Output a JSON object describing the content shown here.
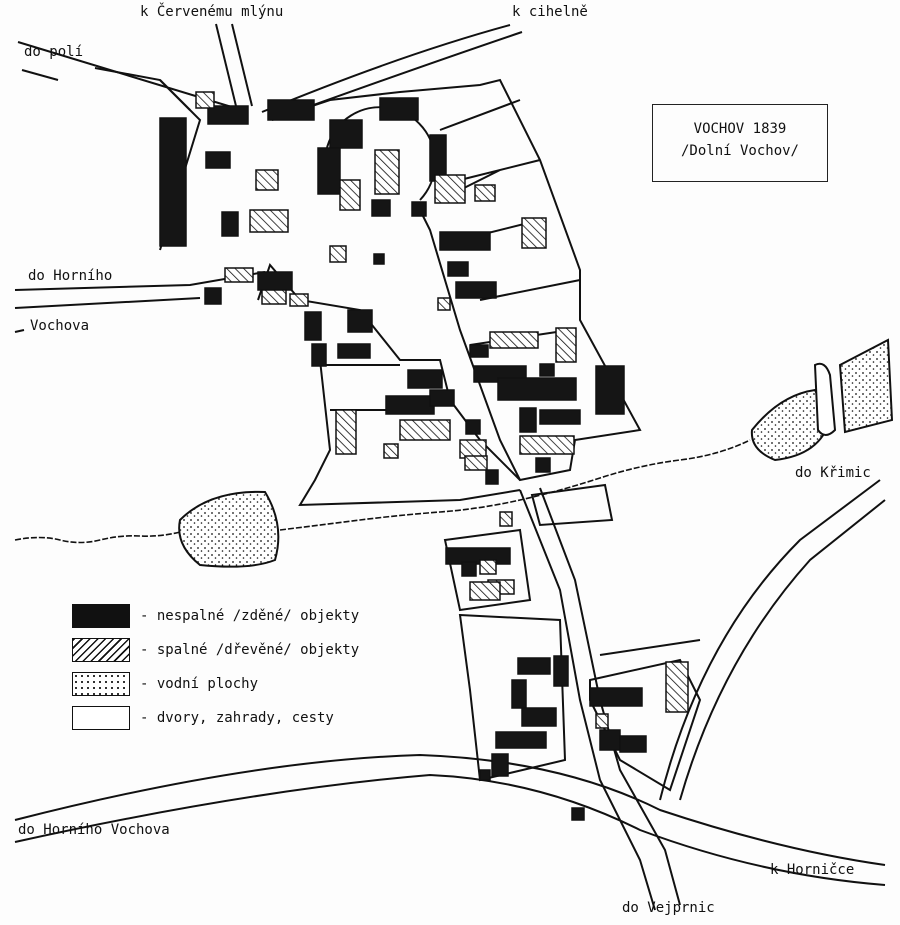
{
  "title": {
    "line1": "VOCHOV 1839",
    "line2": "/Dolní Vochov/"
  },
  "road_labels": {
    "cerveny_mlyn": "k Červenému mlýnu",
    "cihelna": "k cihelně",
    "do_poli": "do polí",
    "horni_1": "do Horního",
    "horni_2": "Vochova",
    "krimice": "do Křimic",
    "horni_vochov": "do Horního Vochova",
    "hornicka": "k Horničce",
    "vejprnice": "do Vejprnic"
  },
  "legend": [
    {
      "label": "- nespalné /zděné/ objekty"
    },
    {
      "label": "- spalné /dřevěné/ objekty"
    },
    {
      "label": "- vodní plochy"
    },
    {
      "label": "- dvory, zahrady, cesty"
    }
  ]
}
